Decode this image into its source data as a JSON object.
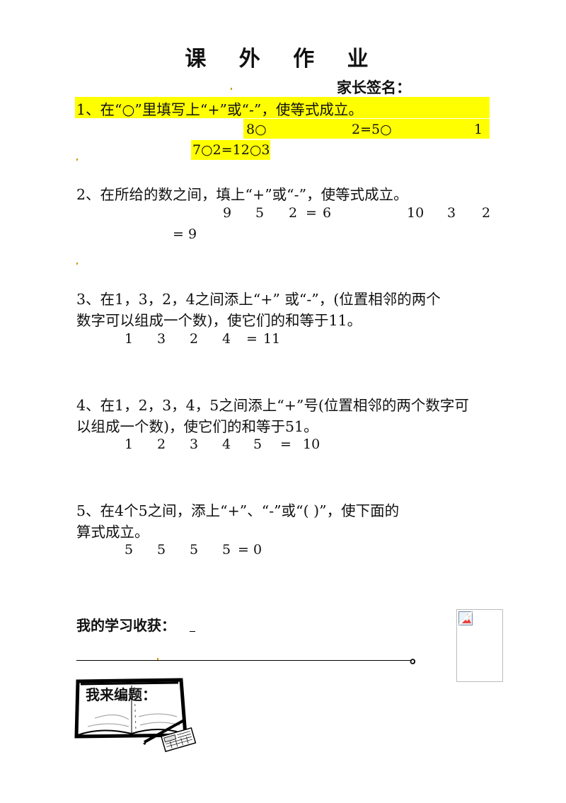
{
  "title": "课 外 作 业",
  "parent_signature": "家长签名：",
  "q1": {
    "text": "1、在“○”里填写上“+”或“-”，使等式成立。",
    "eq1": "8○",
    "eq2": "2=5○",
    "eq3": "1",
    "eq4": "7○2=12○3"
  },
  "q2": {
    "text": "2、在所给的数之间，填上“+”或“-”，使等式成立。",
    "eq_a": [
      "9",
      "5",
      "2",
      "=",
      "6"
    ],
    "eq_b": [
      "10",
      "3",
      "2"
    ],
    "eq_b_tail": "= 9"
  },
  "q3": {
    "line1": "3、在1，3，2，4之间添上“+”  或“-”，(位置相邻的两个",
    "line2": "数字可以组成一个数)，使它们的和等于11。",
    "eq": [
      "1",
      "3",
      "2",
      "4",
      "=",
      "11"
    ]
  },
  "q4": {
    "line1": "4、在1，2，3，4，5之间添上“+”号(位置相邻的两个数字可",
    "line2": "以组成一个数)，使它们的和等于51。",
    "eq": [
      "1",
      "2",
      "3",
      "4",
      "5",
      "=",
      "10"
    ]
  },
  "q5": {
    "line1": "5、在4个5之间，添上“+”、“-”或“(    )”，使下面的",
    "line2": "算式成立。",
    "eq": [
      "5",
      "5",
      "5",
      "5",
      "=",
      "0"
    ]
  },
  "harvest_label": "我的学习收获：",
  "harvest_end": "。",
  "notebook_label": "我来编题："
}
